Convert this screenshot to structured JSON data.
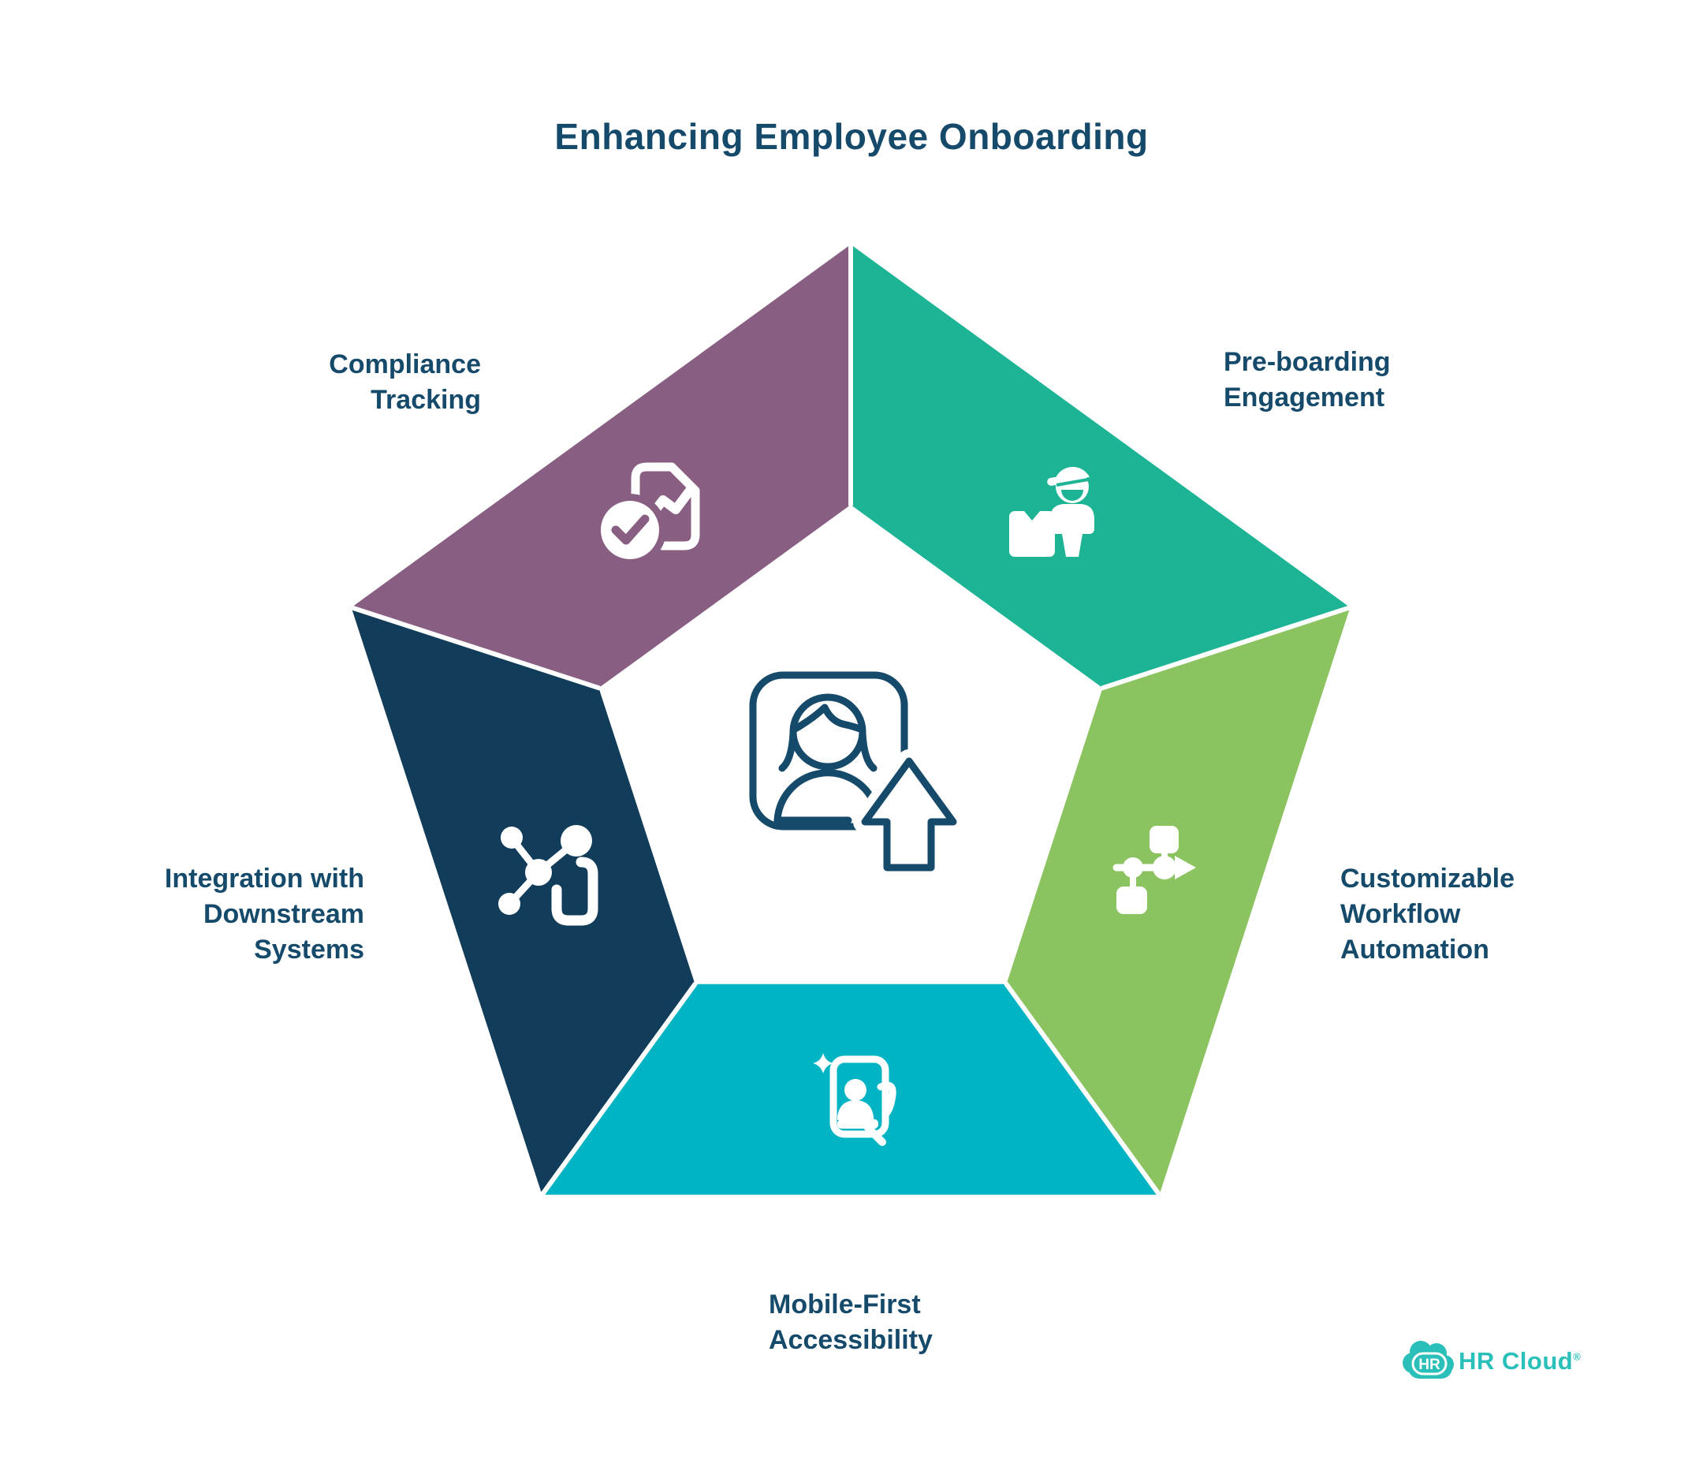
{
  "title": "Enhancing Employee Onboarding",
  "segments": [
    {
      "id": "compliance-tracking",
      "label": "Compliance\nTracking",
      "color": "#885F83",
      "icon": "compliance-report-check-icon"
    },
    {
      "id": "pre-boarding-engagement",
      "label": "Pre-boarding\nEngagement",
      "color": "#1DB495",
      "icon": "new-hire-package-icon"
    },
    {
      "id": "customizable-workflow-automation",
      "label": "Customizable\nWorkflow\nAutomation",
      "color": "#8BC360",
      "icon": "workflow-automation-icon"
    },
    {
      "id": "mobile-first-accessibility",
      "label": "Mobile-First\nAccessibility",
      "color": "#00B4C4",
      "icon": "mobile-selfie-icon"
    },
    {
      "id": "integration-downstream-systems",
      "label": "Integration with\nDownstream\nSystems",
      "color": "#113D5B",
      "icon": "system-integration-icon"
    }
  ],
  "center": {
    "icon": "employee-profile-upload-icon",
    "color": "#164A6B"
  },
  "logo": {
    "badge": "HR",
    "name": "HR Cloud",
    "mark": "®",
    "color": "#2BBFB9"
  },
  "colors": {
    "background": "#FFFFFF",
    "text": "#164A6B",
    "icon_fill": "#FFFFFF"
  }
}
